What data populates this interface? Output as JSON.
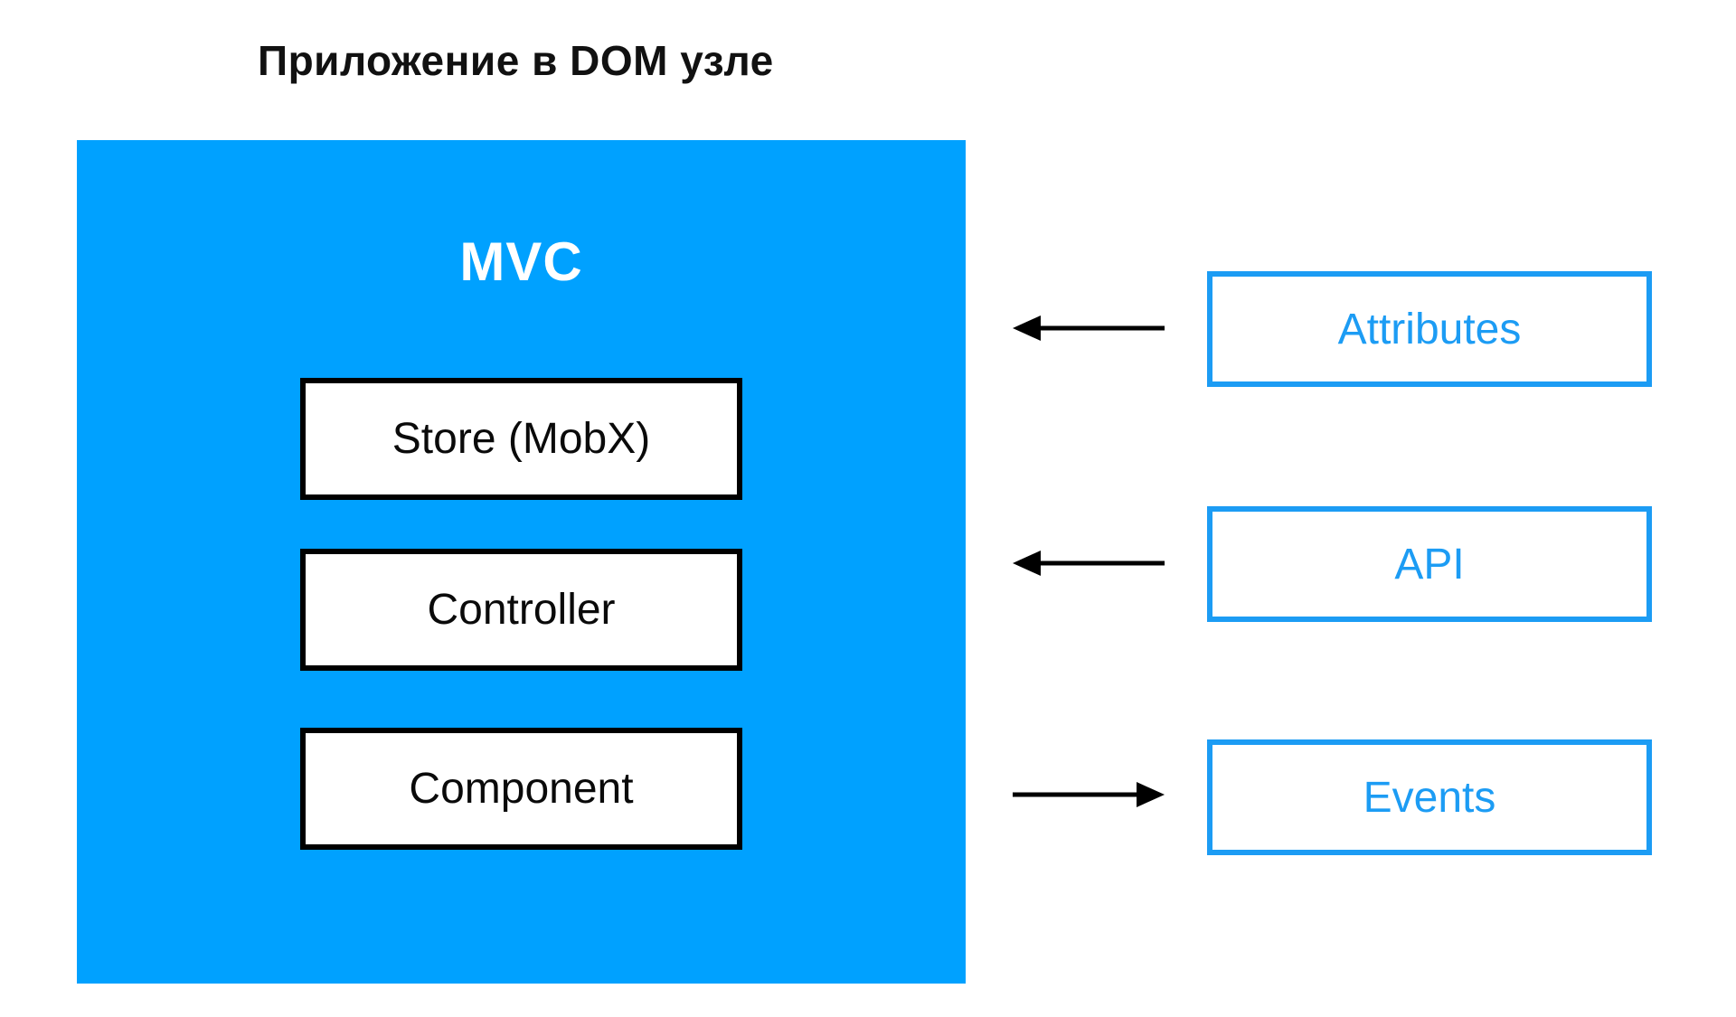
{
  "page": {
    "title": "Приложение в DOM узле"
  },
  "colors": {
    "square_blue": "#00A1FF",
    "accent_blue": "#1C9CF4",
    "arrow_black": "#000000"
  },
  "mvc": {
    "label": "MVC",
    "layers": [
      {
        "label": "Store (MobX)"
      },
      {
        "label": "Controller"
      },
      {
        "label": "Component"
      }
    ]
  },
  "external": [
    {
      "label": "Attributes",
      "flow": "into-app"
    },
    {
      "label": "API",
      "flow": "into-app"
    },
    {
      "label": "Events",
      "flow": "out-of-app"
    }
  ]
}
